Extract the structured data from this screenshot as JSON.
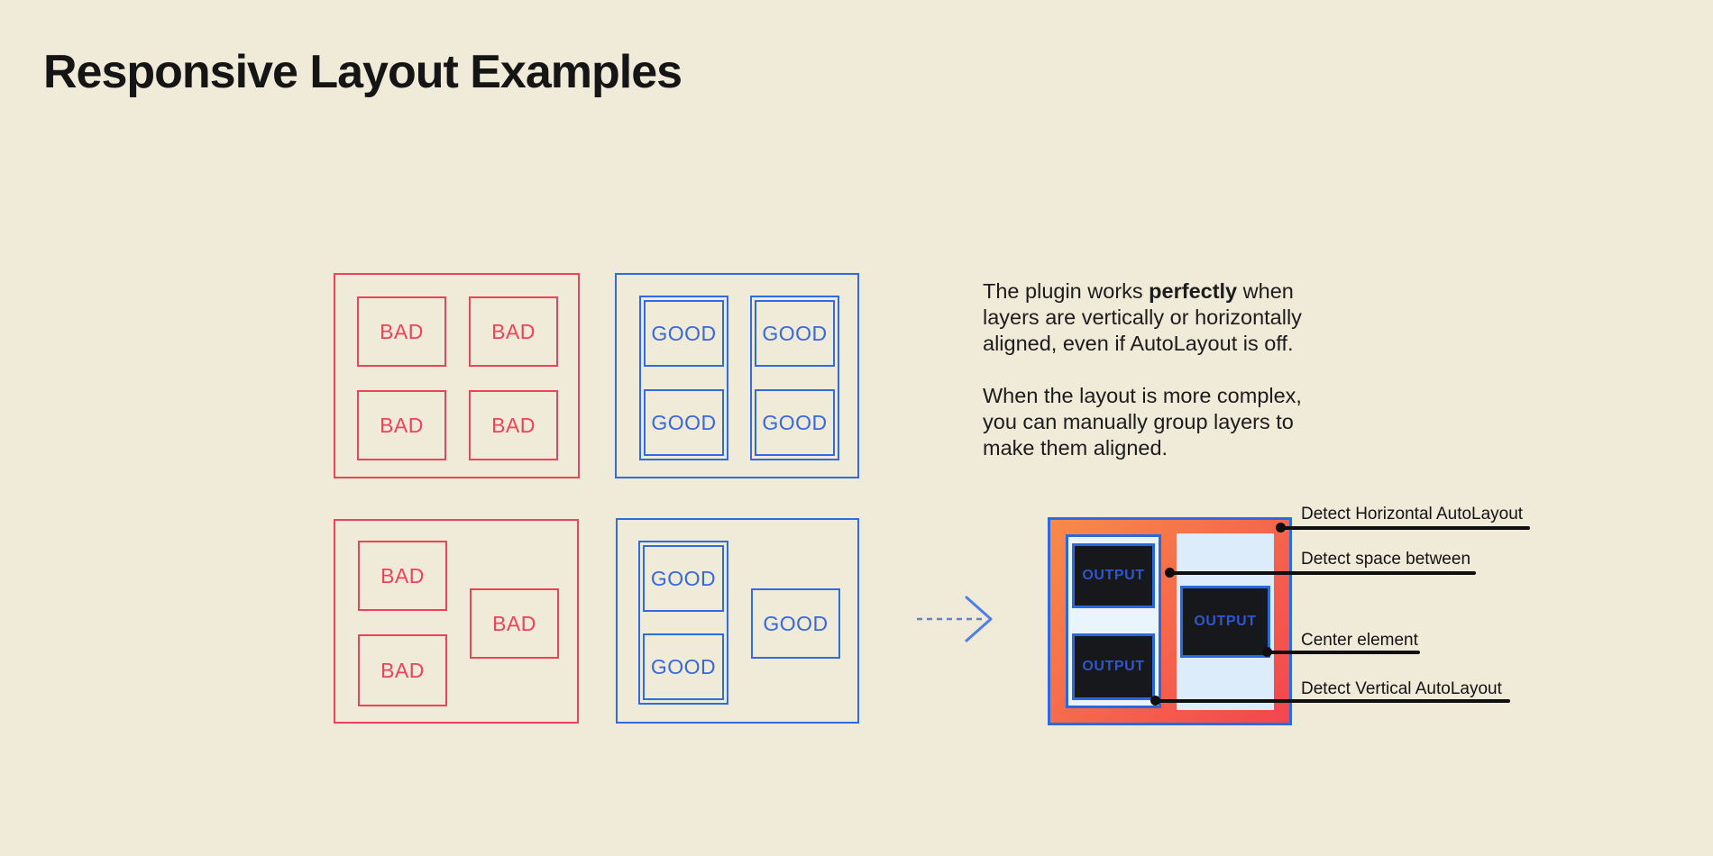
{
  "title": "Responsive Layout Examples",
  "labels": {
    "bad": "BAD",
    "good": "GOOD",
    "output": "OUTPUT"
  },
  "description": {
    "p1_before": "The plugin works ",
    "p1_bold": "perfectly",
    "p1_after": " when layers are vertically or horizontally aligned, even if AutoLayout is off.",
    "p2": "When the layout is more complex, you can manually group layers to make them aligned."
  },
  "annotations": [
    {
      "label": "Detect Horizontal AutoLayout"
    },
    {
      "label": "Detect space between"
    },
    {
      "label": "Center element"
    },
    {
      "label": "Detect Vertical AutoLayout"
    }
  ],
  "colors": {
    "background": "#f0ead9",
    "bad_red": "#ef4158",
    "good_blue": "#2f6be4",
    "output_border_blue": "#2b6ae3",
    "output_gradient_start": "#f78b49",
    "output_gradient_end": "#f4454e",
    "output_group_fill": "#e9f4fd",
    "output_panel_fill": "#dcecfa",
    "output_box_fill": "#17181c",
    "output_text_blue": "#3056cd",
    "annotation_ink": "#0f0f0f"
  }
}
